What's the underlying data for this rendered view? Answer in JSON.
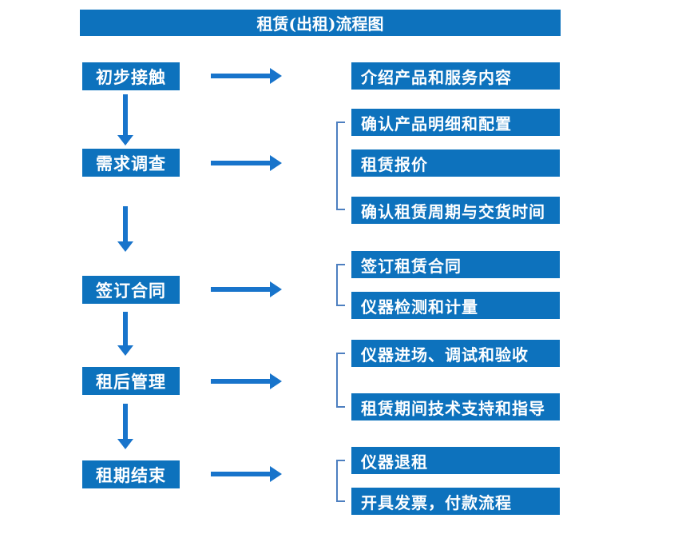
{
  "flow": {
    "title": "租赁(出租)流程图",
    "colors": {
      "box_blue": "#0d72bd",
      "arrow_blue": "#1874cb",
      "bracket_blue": "#4d7fc0",
      "text_white": "#ffffff"
    },
    "steps": [
      {
        "label": "初步接触",
        "details": [
          "介绍产品和服务内容"
        ]
      },
      {
        "label": "需求调查",
        "details": [
          "确认产品明细和配置",
          "租赁报价",
          "确认租赁周期与交货时间"
        ]
      },
      {
        "label": "签订合同",
        "details": [
          "签订租赁合同",
          "仪器检测和计量"
        ]
      },
      {
        "label": "租后管理",
        "details": [
          "仪器进场、调试和验收",
          "租赁期间技术支持和指导"
        ]
      },
      {
        "label": "租期结束",
        "details": [
          "仪器退租",
          "开具发票，付款流程"
        ]
      }
    ]
  }
}
